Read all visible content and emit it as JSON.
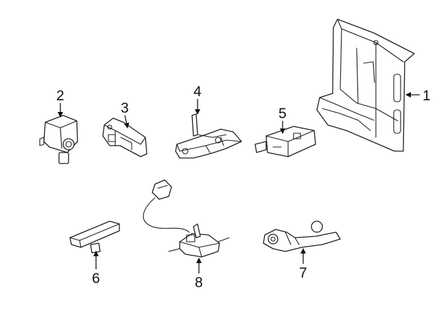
{
  "diagram": {
    "callouts": [
      {
        "id": "1",
        "label": "1",
        "part": "control-module-bracket"
      },
      {
        "id": "2",
        "label": "2",
        "part": "impact-sensor"
      },
      {
        "id": "3",
        "label": "3",
        "part": "sensor-bracket"
      },
      {
        "id": "4",
        "label": "4",
        "part": "height-sensor-with-rod"
      },
      {
        "id": "5",
        "label": "5",
        "part": "sensor-module"
      },
      {
        "id": "6",
        "label": "6",
        "part": "tire-pressure-antenna"
      },
      {
        "id": "7",
        "label": "7",
        "part": "sensor-link-arm"
      },
      {
        "id": "8",
        "label": "8",
        "part": "height-sensor-with-harness"
      }
    ],
    "colors": {
      "line": "#1a1a1a",
      "background": "#ffffff"
    }
  }
}
